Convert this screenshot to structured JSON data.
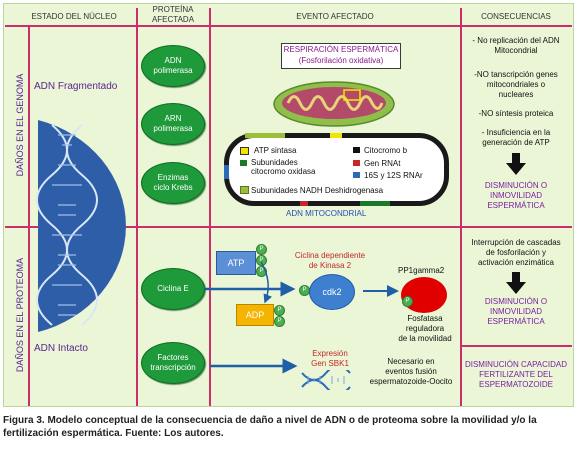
{
  "headers": {
    "estado": "ESTADO DEL NÚCLEO",
    "proteina": "PROTEÍNA\nAFECTADA",
    "evento": "EVENTO AFECTADO",
    "consecuencias": "CONSECUENCIAS"
  },
  "rows": {
    "genoma": "DAÑOS EN EL GENOMA",
    "proteoma": "DAÑOS EN EL PROTEOMA"
  },
  "nucleus": {
    "fragmentado": "ADN Fragmentado",
    "intacto": "ADN Intacto"
  },
  "proteins": {
    "adn_pol": "ADN\npolimerasa",
    "arn_pol": "ARN\npolimerasa",
    "enzimas": "Enzimas\nciclo Krebs",
    "ciclina": "Ciclina E",
    "factores": "Factores\ntranscripción"
  },
  "mito": {
    "title_line1": "RESPIRACIÓN ESPERMÁTICA",
    "title_line2": "(Fosforilación oxidativa)",
    "label": "ADN MITOCONDRIAL",
    "legend": [
      {
        "text": "ATP sintasa",
        "color": "#f2e600"
      },
      {
        "text": "Citocromo b",
        "color": "#111111"
      },
      {
        "text": "Subunidades\ncitocromo oxidasa",
        "color": "#1a7a2a"
      },
      {
        "text": "Gen RNAt",
        "color": "#c62828"
      },
      {
        "text": "16S y 12S RNAr",
        "color": "#2a6ab8"
      },
      {
        "text": "Subunidades NADH  Deshidrogenasa",
        "color": "#9bbf3a"
      }
    ]
  },
  "pathway": {
    "atp": "ATP",
    "adp": "ADP",
    "p": "P",
    "cdk_title": "Ciclina dependiente\nde Kinasa 2",
    "cdk2": "cdk2",
    "pp1": "PP1gamma2",
    "fosfatasa": "Fosfatasa\nreguladora\nde la movilidad",
    "expresion": "Expresión\nGen SBK1",
    "necesario": "Necesario en\neventos fusión\nespermatozoide-Oocito"
  },
  "consequences": {
    "genoma_list": [
      "- No replicación del ADN\nMitocondrial",
      "-NO tanscripción genes\nmitocondriales o\nnucleares",
      "-NO síntesis proteica",
      "- Insuficiencia en la\ngeneración de ATP"
    ],
    "genoma_result": "DISMINUCIÓN O\nINMOVILIDAD\nESPERMÁTICA",
    "proteoma_text": "Interrupción de cascadas\nde fosforilación y\nactivación enzimática",
    "proteoma_result": "DISMINUCIÓN O\nINMOVILIDAD\nESPERMÁTICA",
    "fertilidad": "DISMINUCIÓN CAPACIDAD\nFERTILIZANTE DEL\nESPERMATOZOIDE"
  },
  "caption": "Figura 3. Modelo conceptual de la consecuencia de daño a nivel de ADN o de proteoma sobre la movilidad y/o la fertilización espermática. Fuente: Los autores.",
  "colors": {
    "background": "#eaf6d6",
    "divider": "#cc2e6a",
    "protein_oval": "#1f9a3a",
    "purple_text": "#5c2390",
    "consequence_pink": "#7b1fa2",
    "nucleus_blue": "#2f5ea8",
    "atp_box": "#5b8fd6",
    "adp_box": "#f5b400",
    "cdk2_circle": "#3e7fd0",
    "pp1_circle": "#e00000",
    "arrow_blue": "#1e5fa8"
  }
}
